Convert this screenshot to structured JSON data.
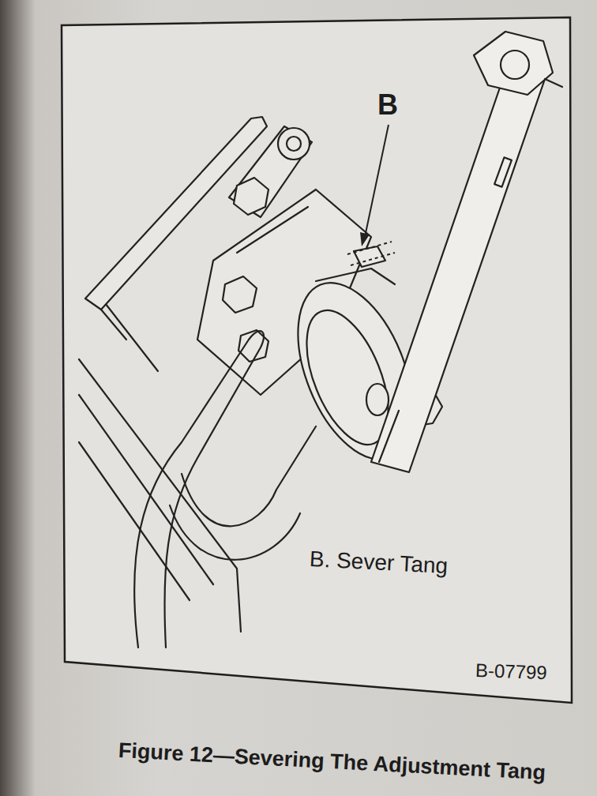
{
  "diagram": {
    "caption": "Figure 12—Severing The Adjustment Tang",
    "labels": [
      "B",
      "B. Sever Tang",
      "B-07799"
    ]
  }
}
